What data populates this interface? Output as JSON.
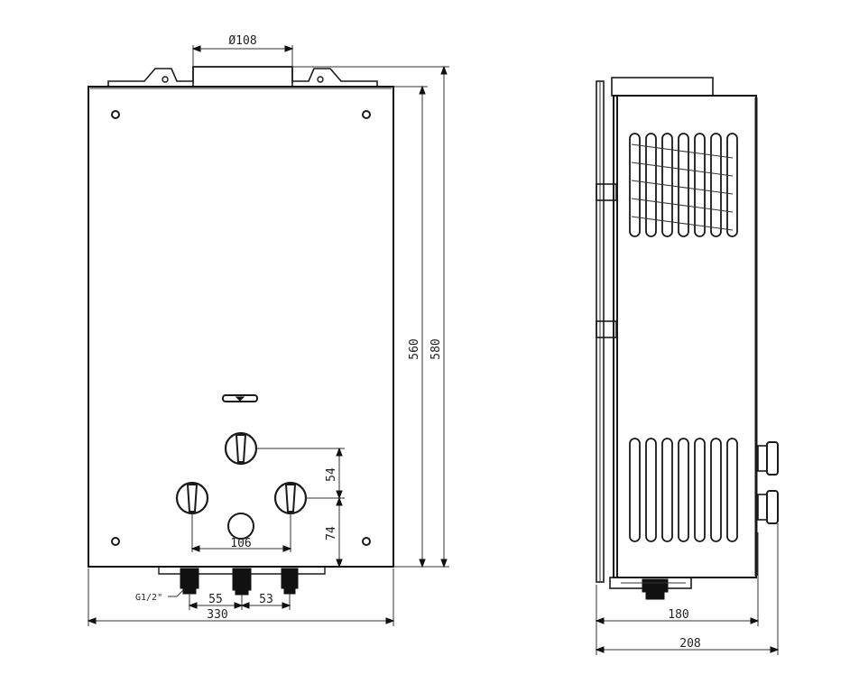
{
  "dimensions": {
    "flue_diameter": "Ø108",
    "height_body": "560",
    "height_total": "580",
    "knob_vertical_upper": "54",
    "knob_vertical_lower": "74",
    "knob_spacing": "106",
    "fitting_label": "G1/2\"",
    "pipe_spacing_left": "55",
    "pipe_spacing_right": "53",
    "width_front": "330",
    "depth_body": "180",
    "depth_total": "208"
  },
  "colors": {
    "line": "#1a1a1a",
    "background": "#ffffff"
  }
}
